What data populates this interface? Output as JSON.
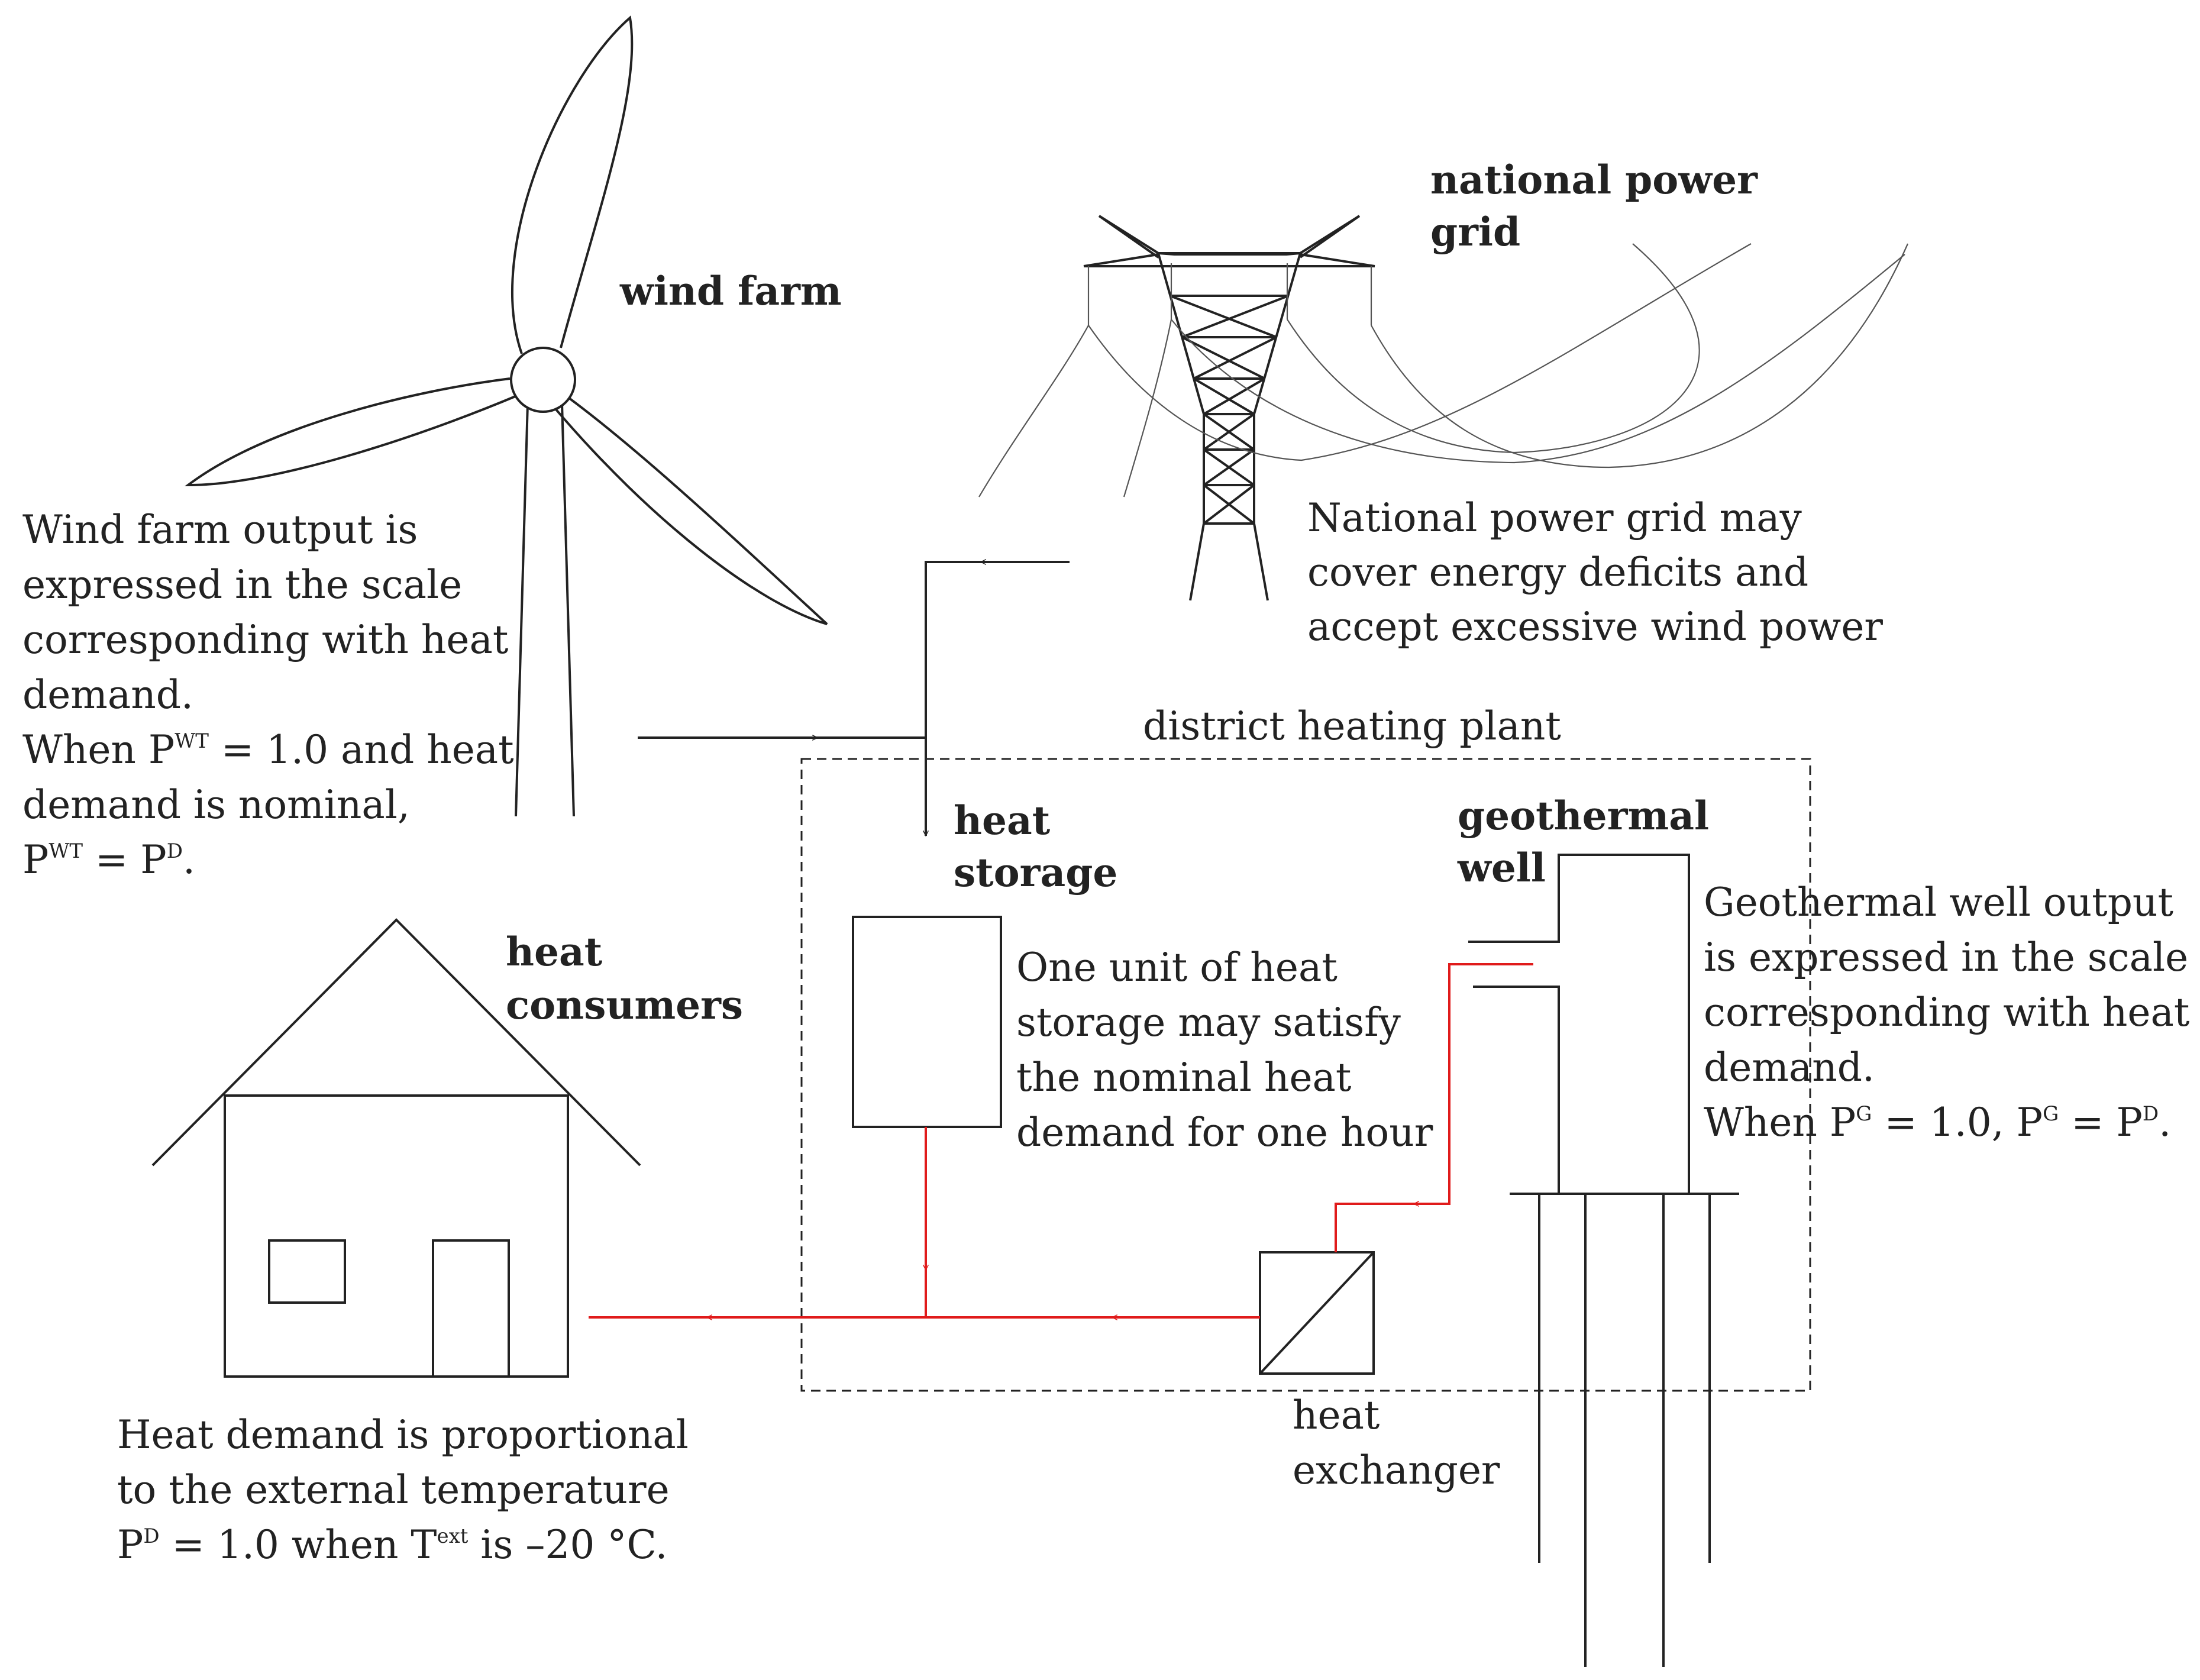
{
  "labels": {
    "wind_farm": "wind farm",
    "national_power_grid_line1": "national power",
    "national_power_grid_line2": "grid",
    "district_heating_plant": "district heating plant",
    "heat_storage_line1": "heat",
    "heat_storage_line2": "storage",
    "geothermal_well_line1": "geothermal",
    "geothermal_well_line2": "well",
    "heat_consumers_line1": "heat",
    "heat_consumers_line2": "consumers",
    "heat_exchanger_line1": "heat",
    "heat_exchanger_line2": "exchanger"
  },
  "notes": {
    "wind": {
      "line1": "Wind farm output is",
      "line2": "expressed in the scale",
      "line3": "corresponding with heat",
      "line4": "demand.",
      "line5_a": "When P",
      "line5_sup": "WT",
      "line5_b": " = 1.0 and heat",
      "line6": "demand is nominal,",
      "line7_a": "P",
      "line7_sup1": "WT",
      "line7_b": " = P",
      "line7_sup2": "D",
      "line7_c": "."
    },
    "grid": {
      "line1": "National power grid may",
      "line2": "cover energy deficits and",
      "line3": "accept excessive wind power"
    },
    "storage": {
      "line1": "One unit of heat",
      "line2": "storage may satisfy",
      "line3": "the nominal heat",
      "line4": "demand for one hour"
    },
    "geothermal": {
      "line1": "Geothermal well output",
      "line2": "is expressed in the scale",
      "line3": "corresponding with heat",
      "line4": "demand.",
      "line5_a": "When P",
      "line5_sup1": "G",
      "line5_b": " = 1.0, P",
      "line5_sup2": "G",
      "line5_c": " = P",
      "line5_sup3": "D",
      "line5_d": "."
    },
    "demand": {
      "line1": "Heat demand is proportional",
      "line2": "to the external temperature",
      "line3_a": "P",
      "line3_sup1": "D",
      "line3_b": " = 1.0 when T",
      "line3_sup2": "ext",
      "line3_c": " is –20 °C."
    }
  },
  "colors": {
    "line": "#222222",
    "heat_flow": "#e01b1b",
    "power_line": "#555555"
  }
}
